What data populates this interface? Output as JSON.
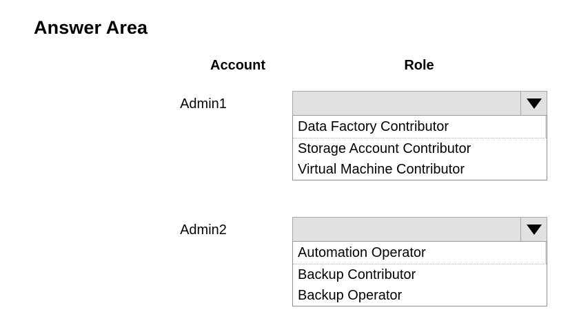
{
  "page": {
    "title": "Answer Area"
  },
  "table": {
    "headers": {
      "account": "Account",
      "role": "Role"
    },
    "rows": [
      {
        "account": "Admin1",
        "dropdown": {
          "selected_value": "",
          "arrow_icon": "chevron-down-icon",
          "options": [
            "Data Factory Contributor",
            "Storage Account Contributor",
            "Virtual Machine Contributor"
          ]
        }
      },
      {
        "account": "Admin2",
        "dropdown": {
          "selected_value": "",
          "arrow_icon": "chevron-down-icon",
          "options": [
            "Automation Operator",
            "Backup Contributor",
            "Backup Operator"
          ]
        }
      }
    ]
  },
  "colors": {
    "combo_fill": "#e1e1e1",
    "combo_border": "#a6a6a6",
    "list_border": "#8d8d8d",
    "list_fill": "#ffffff",
    "text": "#000000",
    "separator": "#b0b0b0"
  }
}
